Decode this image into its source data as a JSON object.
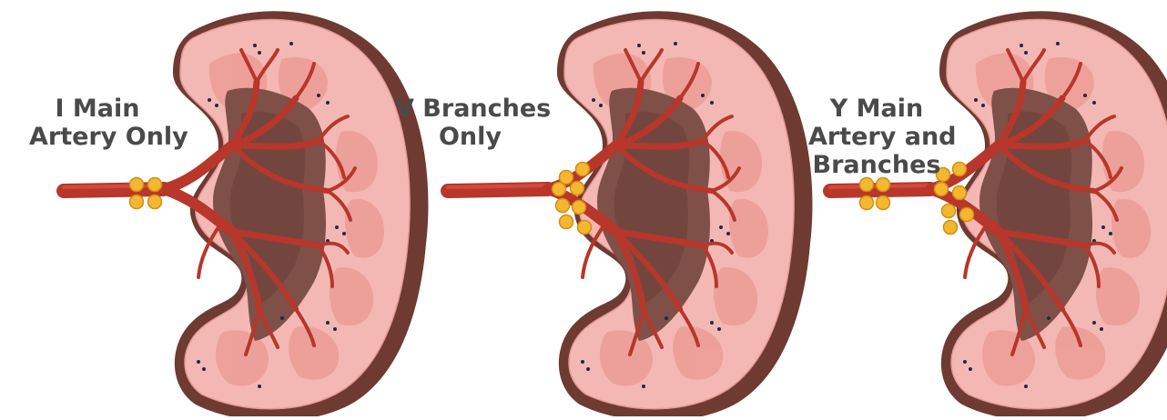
{
  "figure": {
    "panels": [
      {
        "id": "main-artery-only",
        "label_lines": [
          "I Main",
          "Artery Only"
        ],
        "clip_pattern": "main-artery"
      },
      {
        "id": "branches-only",
        "label_lines": [
          "V Branches",
          "Only"
        ],
        "clip_pattern": "branches"
      },
      {
        "id": "main-artery-and-branches",
        "label_lines": [
          "Y Main",
          "Artery and",
          "Branches"
        ],
        "clip_pattern": "main-artery-and-branches"
      }
    ],
    "colors": {
      "capsule": "#6e3a32",
      "cortex": "#f3b8b3",
      "cortex_edge": "#e59a94",
      "pyramid": "#ec9e97",
      "sinus": "#7e5048",
      "sinus_dark": "#6a4039",
      "artery": "#b8362a",
      "artery_dark": "#8f2219",
      "clip": "#f4b731",
      "clip_edge": "#d48d12",
      "dot": "#1f2a44",
      "label": "#4a4a4a"
    }
  }
}
